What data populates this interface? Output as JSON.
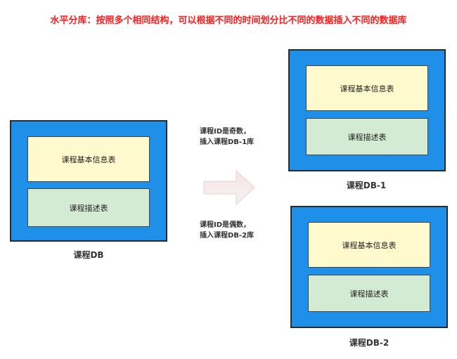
{
  "title": "水平分库：按照多个相同结构，可以根据不同的时间划分比不同的数据插入不同的数据库",
  "source_db": {
    "label": "课程DB",
    "tables": [
      "课程基本信息表",
      "课程描述表"
    ]
  },
  "note_top": [
    "课程ID是奇数，",
    "插入课程DB-1库"
  ],
  "note_bottom": [
    "课程ID是偶数，",
    "插入课程DB-2库"
  ],
  "target_db_1": {
    "label": "课程DB-1",
    "tables": [
      "课程基本信息表",
      "课程描述表"
    ]
  },
  "target_db_2": {
    "label": "课程DB-2",
    "tables": [
      "课程基本信息表",
      "课程描述表"
    ]
  },
  "colors": {
    "title": "#ff1a1a",
    "db_fill": "#1e90ea",
    "info_table": "#fffacd",
    "desc_table": "#d4ebd3",
    "arrow": "#f8dcdc"
  }
}
